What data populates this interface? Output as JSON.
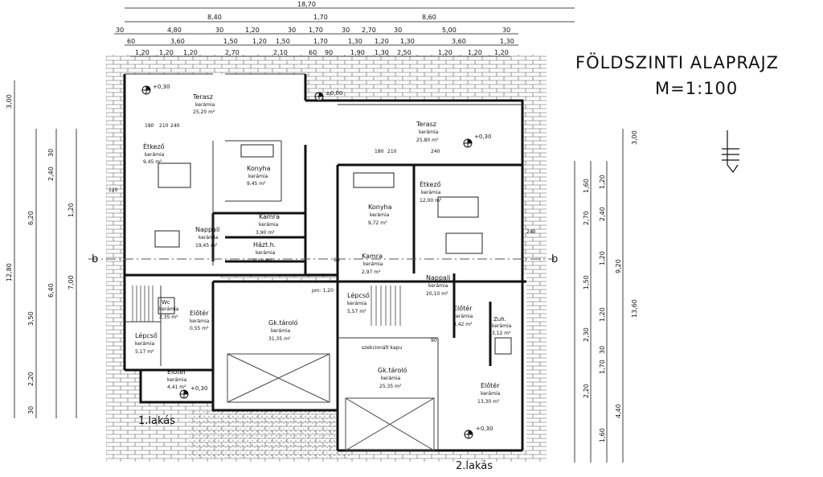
{
  "title": "FÖLDSZINTI ALAPRAJZ",
  "scale": "M=1:100",
  "dims": {
    "top_total": "18,70",
    "top_row1": [
      "8,40",
      "1,70",
      "8,60"
    ],
    "top_row2": [
      "30",
      "4,80",
      "30",
      "1,20",
      "30",
      "1,70",
      "30",
      "2,70",
      "30",
      "5,00",
      "30"
    ],
    "top_row3": [
      "60",
      "3,60",
      "1,50",
      "1,20",
      "1,50",
      "1,70",
      "1,30",
      "1,20",
      "1,30",
      "3,60",
      "1,30"
    ],
    "top_row4": [
      "1,20",
      "1,20",
      "1,20",
      "2,70",
      "2,10",
      "60",
      "90",
      "1,90",
      "1,30",
      "2,50",
      "1,20",
      "1,20",
      "1,20"
    ],
    "left_outer": [
      "3,00",
      "12,80"
    ],
    "left_mid": [
      "6,20",
      "6,40",
      "3,50",
      "2,20"
    ],
    "left_inner": [
      "30",
      "2,40",
      "1,20",
      "7,00",
      "30"
    ],
    "right_outer": [
      "3,00",
      "9,20",
      "13,60"
    ],
    "right_mid": [
      "1,60",
      "2,70",
      "1,50",
      "2,30",
      "1,70",
      "2,20",
      "4,40"
    ],
    "right_inner": [
      "1,20",
      "2,40",
      "1,20",
      "1,20",
      "30",
      "1,60"
    ]
  },
  "rooms": [
    {
      "id": "terasz-1",
      "name": "Terasz",
      "finish": "kerámia",
      "area": "25,20 m²"
    },
    {
      "id": "etkezo-1",
      "name": "Étkező",
      "finish": "kerámia",
      "area": "9,45 m²"
    },
    {
      "id": "konyha-1",
      "name": "Konyha",
      "finish": "kerámia",
      "area": "9,45 m²"
    },
    {
      "id": "kamra-1",
      "name": "Kamra",
      "finish": "kerámia",
      "area": "3,90 m²"
    },
    {
      "id": "haztb-1",
      "name": "Házt.h.",
      "finish": "kerámia",
      "area": "5,10 m²"
    },
    {
      "id": "nappali-1",
      "name": "Nappali",
      "finish": "kerámia",
      "area": "19,45 m²"
    },
    {
      "id": "wc-1",
      "name": "Wc",
      "finish": "kerámia",
      "area": "2,35 m²"
    },
    {
      "id": "eloter-1",
      "name": "Előtér",
      "finish": "kerámia",
      "area": "0,55 m²"
    },
    {
      "id": "lepcso-1",
      "name": "Lépcső",
      "finish": "kerámia",
      "area": "5,17 m²"
    },
    {
      "id": "eloter-1b",
      "name": "Előtér",
      "finish": "kerámia",
      "area": "4,41 m²"
    },
    {
      "id": "gk-1",
      "name": "Gk.tároló",
      "finish": "kerámia",
      "area": "31,35 m²"
    },
    {
      "id": "terasz-2",
      "name": "Terasz",
      "finish": "kerámia",
      "area": "25,80 m²"
    },
    {
      "id": "konyha-2",
      "name": "Konyha",
      "finish": "kerámia",
      "area": "9,72 m²"
    },
    {
      "id": "etkezo-2",
      "name": "Étkező",
      "finish": "kerámia",
      "area": "12,00 m²"
    },
    {
      "id": "kamra-2",
      "name": "Kamra",
      "finish": "kerámia",
      "area": "2,97 m²"
    },
    {
      "id": "lepcso-2",
      "name": "Lépcső",
      "finish": "kerámia",
      "area": "5,57 m²"
    },
    {
      "id": "nappali-2",
      "name": "Nappali",
      "finish": "kerámia",
      "area": "20,10 m²"
    },
    {
      "id": "eloter-2",
      "name": "Előtér",
      "finish": "kerámia",
      "area": "4,42 m²"
    },
    {
      "id": "zuhany-2",
      "name": "Zuh.",
      "finish": "kerámia",
      "area": "3,12 m²"
    },
    {
      "id": "gk-2",
      "name": "Gk.tároló",
      "finish": "kerámia",
      "area": "25,35 m²"
    },
    {
      "id": "eloter-2b",
      "name": "Előtér",
      "finish": "kerámia",
      "area": "13,30 m²"
    }
  ],
  "levels": [
    "+0,30",
    "+0,30",
    "+0,30",
    "+0,30",
    "±0,00"
  ],
  "section_mark": "b",
  "unit_labels": [
    "1.lakás",
    "2.lakás"
  ],
  "notes": {
    "parapet": "pm: 1,20",
    "garage_door": "szekcionált kapu",
    "frame_sizes": [
      "180",
      "210",
      "240",
      "120",
      "90",
      "60"
    ]
  }
}
